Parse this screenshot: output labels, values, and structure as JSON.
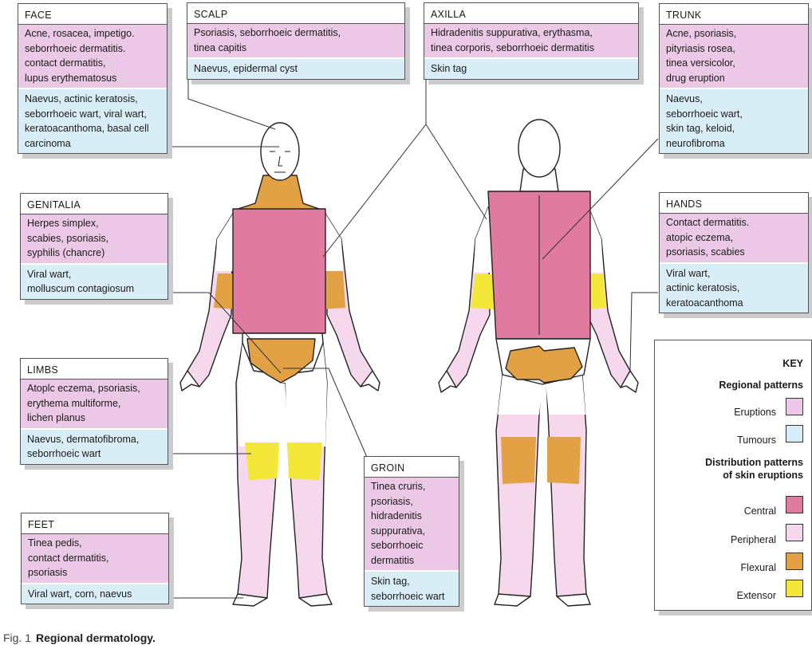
{
  "colors": {
    "eruptions": "#ebc9e6",
    "tumours": "#d8edf6",
    "central": "#e07aa0",
    "peripheral": "#f5d8ec",
    "flexural": "#e2a145",
    "extensor": "#f3e73a",
    "line": "#333333"
  },
  "boxes": {
    "face": {
      "title": "FACE",
      "eruptions": [
        "Acne, rosacea, impetigo.",
        "seborrhoeic dermatitis.",
        "contact dermatitis,",
        "lupus erythematosus"
      ],
      "tumours": [
        "Naevus, actinic keratosis,",
        "seborrhoeic wart, viral wart,",
        "keratoacanthoma, basal cell",
        "carcinoma"
      ]
    },
    "scalp": {
      "title": "SCALP",
      "eruptions": [
        "Psoriasis, seborrhoeic dermatitis,",
        "tinea capitis"
      ],
      "tumours": [
        "Naevus, epidermal cyst"
      ]
    },
    "axilla": {
      "title": "AXILLA",
      "eruptions": [
        "Hidradenitis suppurativa, erythasma,",
        "tinea corporis, seborrhoeic dermatitis"
      ],
      "tumours": [
        "Skin tag"
      ]
    },
    "trunk": {
      "title": "TRUNK",
      "eruptions": [
        "Acne, psoriasis,",
        "pityriasis rosea,",
        "tinea versicolor,",
        "drug eruption"
      ],
      "tumours": [
        "Naevus,",
        "seborrhoeic wart,",
        "skin tag, keloid,",
        "neurofibroma"
      ]
    },
    "genitalia": {
      "title": "GENITALIA",
      "eruptions": [
        "Herpes simplex,",
        "scabies, psoriasis,",
        "syphilis (chancre)"
      ],
      "tumours": [
        "Viral wart,",
        "molluscum contagiosum"
      ]
    },
    "hands": {
      "title": "HANDS",
      "eruptions": [
        "Contact dermatitis.",
        "atopic eczema,",
        "psoriasis, scabies"
      ],
      "tumours": [
        "Viral wart,",
        "actinic keratosis,",
        "keratoacanthoma"
      ]
    },
    "limbs": {
      "title": "LIMBS",
      "eruptions": [
        "Atoplc eczema, psoriasis,",
        "erythema multiforme,",
        "lichen planus"
      ],
      "tumours": [
        "Naevus, dermatofibroma,",
        "seborrhoeic wart"
      ]
    },
    "groin": {
      "title": "GROIN",
      "eruptions": [
        "Tinea cruris,",
        "psoriasis,",
        "hidradenitis",
        "suppurativa,",
        "seborrhoeic",
        "dermatitis"
      ],
      "tumours": [
        "Skin tag,",
        "seborrhoeic wart"
      ]
    },
    "feet": {
      "title": "FEET",
      "eruptions": [
        "Tinea pedis,",
        "contact dermatitis,",
        "psoriasis"
      ],
      "tumours": [
        "Viral wart, corn, naevus"
      ]
    }
  },
  "key": {
    "title": "KEY",
    "regional_heading": "Regional patterns",
    "eruptions": "Eruptions",
    "tumours": "Tumours",
    "distribution_heading_1": "Distribution patterns",
    "distribution_heading_2": "of skin eruptions",
    "central": "Central",
    "peripheral": "Peripheral",
    "flexural": "Flexural",
    "extensor": "Extensor"
  },
  "caption": {
    "fig": "Fig. 1",
    "title": "Regional dermatology."
  }
}
